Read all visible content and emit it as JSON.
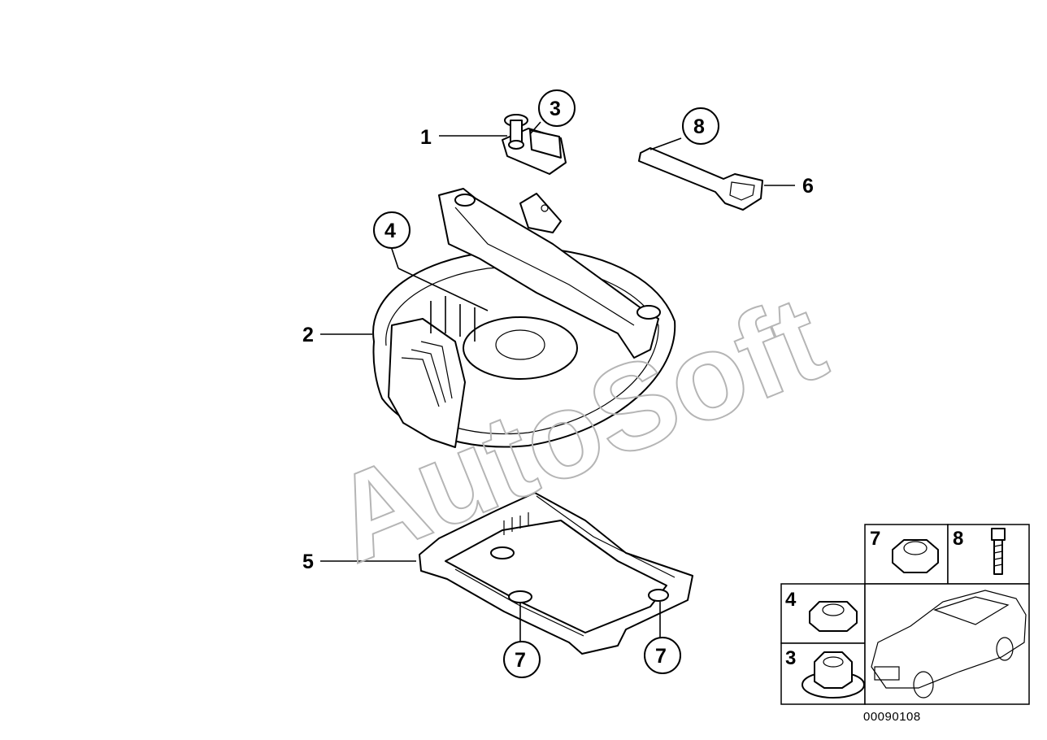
{
  "watermark": "AutoSoft",
  "diagram_code": "00090108",
  "callouts": {
    "c1": "1",
    "c2": "2",
    "c3": "3",
    "c4": "4",
    "c5": "5",
    "c6": "6",
    "c7a": "7",
    "c7b": "7",
    "c8": "8"
  },
  "legend": {
    "l7": "7",
    "l8": "8",
    "l4": "4",
    "l3": "3"
  }
}
